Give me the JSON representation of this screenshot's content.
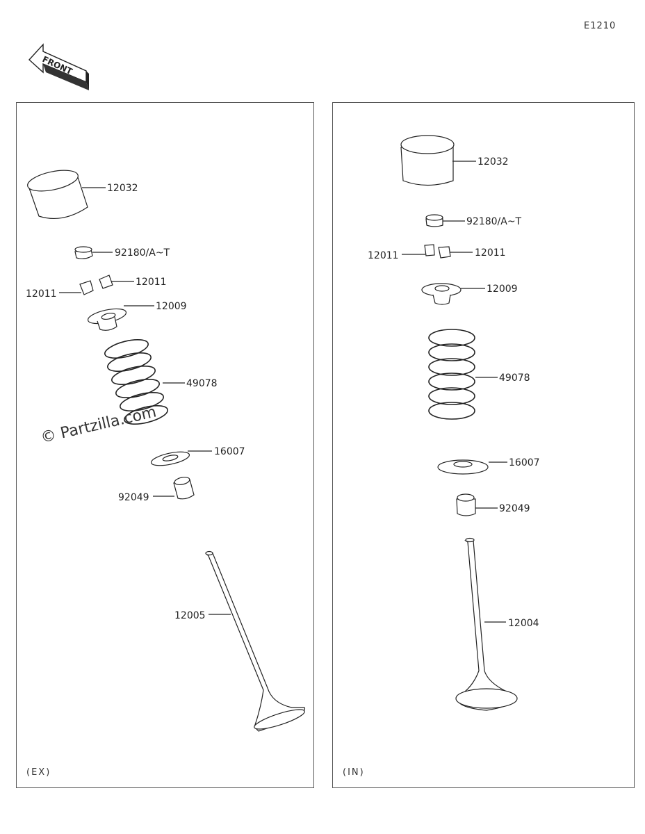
{
  "diagram_code": "E1210",
  "front_label": "FRONT",
  "watermark": "© Partzilla.com",
  "panels": {
    "exhaust": {
      "label": "(EX)",
      "parts": [
        {
          "id": "lifter",
          "number": "12032"
        },
        {
          "id": "shim",
          "number": "92180/A~T"
        },
        {
          "id": "keeper-right",
          "number": "12011"
        },
        {
          "id": "keeper-left",
          "number": "12011"
        },
        {
          "id": "retainer",
          "number": "12009"
        },
        {
          "id": "spring",
          "number": "49078"
        },
        {
          "id": "spring-seat",
          "number": "16007"
        },
        {
          "id": "stem-seal",
          "number": "92049"
        },
        {
          "id": "valve",
          "number": "12005"
        }
      ]
    },
    "intake": {
      "label": "(IN)",
      "parts": [
        {
          "id": "lifter",
          "number": "12032"
        },
        {
          "id": "shim",
          "number": "92180/A~T"
        },
        {
          "id": "keeper-left",
          "number": "12011"
        },
        {
          "id": "keeper-right",
          "number": "12011"
        },
        {
          "id": "retainer",
          "number": "12009"
        },
        {
          "id": "spring",
          "number": "49078"
        },
        {
          "id": "spring-seat",
          "number": "16007"
        },
        {
          "id": "stem-seal",
          "number": "92049"
        },
        {
          "id": "valve",
          "number": "12004"
        }
      ]
    }
  }
}
